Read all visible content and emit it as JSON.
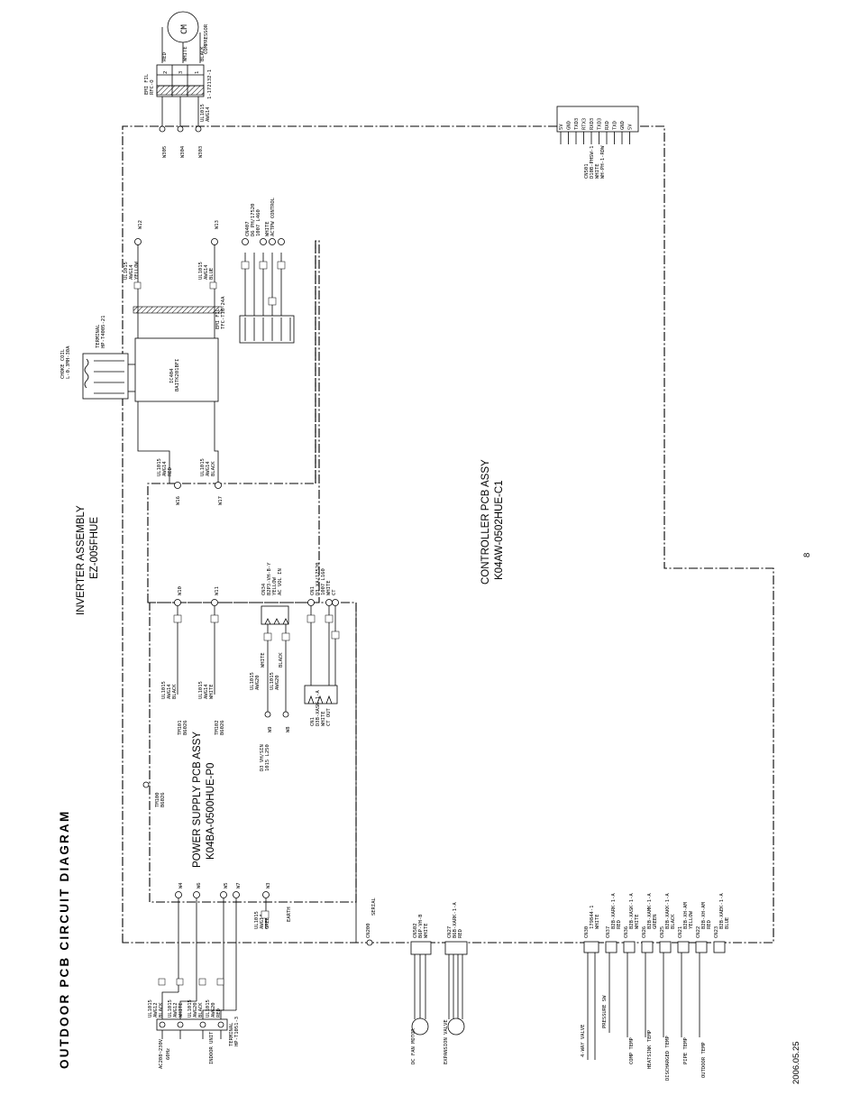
{
  "header": {
    "title": "OUTDOOR PCB CIRCUIT DIAGRAM",
    "date": "2006.05.25",
    "page_number": "8"
  },
  "assemblies": {
    "inverter": {
      "name": "INVERTER ASSEMBLY",
      "model": "EZ-005FHUE"
    },
    "controller": {
      "name": "CONTROLLER PCB ASSY",
      "model": "K04AW-0502HUE-C1"
    },
    "power_supply": {
      "name": "POWER SUPPLY PCB ASSY",
      "model": "K04BA-0500HUE-P0"
    }
  },
  "compressor": {
    "symbol": "CM",
    "label": "COMPRESSOR",
    "terminal": "1-172132-1",
    "wire_colors": [
      "RED",
      "WHITE",
      "BLACK"
    ],
    "pins": [
      "1",
      "2",
      "3"
    ],
    "filter": {
      "name": "EMI FIL",
      "code": "RFC-O"
    },
    "cable": {
      "type": "UL1015",
      "gauge": "AWG14"
    }
  },
  "inverter_parts": {
    "w305": "W305",
    "w304": "W304",
    "w303": "W303",
    "w12": "W12",
    "w13": "W13",
    "w16": "W16",
    "w17": "W17",
    "cn407": {
      "name": "CN407",
      "type": "D6 PH/17520",
      "spec": "1007 L460",
      "color": "WHITE",
      "function": "ACTPW CONTROL"
    },
    "choke": {
      "name": "CHOKE COIL",
      "code": "L-0.3MH-30A",
      "terminal_name": "TERMINAL",
      "terminal_code": "HP-T4005-21"
    },
    "emi_fil2": {
      "name": "EMI FIL",
      "code": "TFC-T16-24A"
    },
    "ic": {
      "name": "IC404",
      "code": "BAITK201BFI"
    },
    "w12_wire": {
      "type": "UL1015",
      "gauge": "AWG14",
      "color": "YELLOW"
    },
    "w13_wire": {
      "type": "UL1015",
      "gauge": "AWG14",
      "color": "BLUE"
    },
    "w16_wire": {
      "type": "UL1015",
      "gauge": "AWG14",
      "color": "RED"
    },
    "w17_wire": {
      "type": "UL1015",
      "gauge": "AWG14",
      "color": "BLACK"
    }
  },
  "power_supply_parts": {
    "w10": "W10",
    "w11": "W11",
    "w9": "W9",
    "w8": "W8",
    "tm101": "TM101",
    "tm102": "TM102",
    "tm100": "TM100",
    "tm_code": "B6026",
    "cn34": {
      "name": "CN34",
      "type": "B2P3-VH-B-Y",
      "color": "YELLOW",
      "function": "AC VOL IN"
    },
    "cn1a": {
      "name": "CN1",
      "type": "D3 XA/17520",
      "spec": "1007 L160",
      "color": "WHITE",
      "function": "CT"
    },
    "cn1b": {
      "name": "CN1",
      "type": "D3B-XASK-1-A",
      "color": "WHITE",
      "function": "CT OUT"
    },
    "cn_vh": {
      "type": "D3 VH/SIN",
      "spec": "1015 L250"
    },
    "w10_wire": {
      "type": "UL1015",
      "gauge": "AWG14",
      "color": "BLACK"
    },
    "w11_wire": {
      "type": "UL1015",
      "gauge": "AWG14",
      "color": "WHITE"
    },
    "w9_wire": {
      "type": "UL1015",
      "gauge": "AWG20",
      "color": "WHITE"
    },
    "w8_wire": {
      "type": "UL1015",
      "gauge": "AWG20",
      "color": "BLACK"
    }
  },
  "controller_parts": {
    "cn501": {
      "name": "CN501",
      "type": "D10B-PHSW-1",
      "color": "WHITE",
      "note": "WH-PH-1-RDW"
    },
    "cn501_pins": [
      "5V",
      "GND",
      "TXD3",
      "RTX3",
      "RXD3",
      "TXD3",
      "RXD",
      "TXD",
      "GND",
      "5V"
    ],
    "cn200": {
      "name": "CN200",
      "label": "SERIAL"
    },
    "cn502": {
      "name": "CN502",
      "type": "B6P-VH-B",
      "color": "WHITE"
    },
    "cn27": {
      "name": "CN27",
      "type": "B6B-XARK-1-A",
      "color": "RED"
    },
    "cn30": {
      "name": "CN30",
      "type": "179844-1",
      "color": "WHITE"
    },
    "cn37": {
      "name": "CN37",
      "type": "B2B-XARK-1-A",
      "color": "RED"
    },
    "cn36": {
      "name": "CN36",
      "type": "B2B-XASK-1-A",
      "color": "WHITE"
    },
    "cn26": {
      "name": "CN26",
      "type": "B2B-XAMK-1-A",
      "color": "GREEN"
    },
    "cn25": {
      "name": "CN25",
      "type": "B2B-XAKK-1-A",
      "color": "BLACK"
    },
    "cn21": {
      "name": "CN21",
      "type": "B2B-XH-AM",
      "color": "YELLOW"
    },
    "cn22": {
      "name": "CN22",
      "type": "B2B-XH-AM",
      "color": "RED"
    },
    "cn23": {
      "name": "CN23",
      "type": "B2B-XAEK-1-A",
      "color": "BLUE"
    },
    "w4": "W4",
    "w6": "W6",
    "w5": "W5",
    "w7": "W7",
    "w3": "W3",
    "w4_wire": {
      "type": "UL1015",
      "gauge": "AWG14",
      "color": "GREEN"
    },
    "earth": "EARTH"
  },
  "external": {
    "supply": "AC208~230V",
    "freq": "60Hz",
    "indoor": "INDOOR UNIT",
    "terminal_name": "TERMINAL",
    "terminal_code": "HP-T1051-3",
    "input_wires": [
      {
        "type": "UL1015",
        "gauge": "AWG12",
        "color": "BLACK"
      },
      {
        "type": "UL1015",
        "gauge": "AWG12",
        "color": "WHITE"
      },
      {
        "type": "UL1015",
        "gauge": "AWG20",
        "color": "BLACK"
      },
      {
        "type": "UL1015",
        "gauge": "AWG20",
        "color": "RED"
      }
    ],
    "dc_fan": "DC FAN MOTOR",
    "expansion": "EXPANSION VALVE",
    "four_way": "4-WAY VALVE",
    "pressure_sw": "PRESSURE SW",
    "comp_temp": "COMP TEMP",
    "heatsink_temp": "HEATSINK TEMP",
    "discharged_temp": "DISCHARGED TEMP",
    "pipe_temp": "PIPE TEMP",
    "outdoor_temp": "OUTDOOR TEMP"
  }
}
